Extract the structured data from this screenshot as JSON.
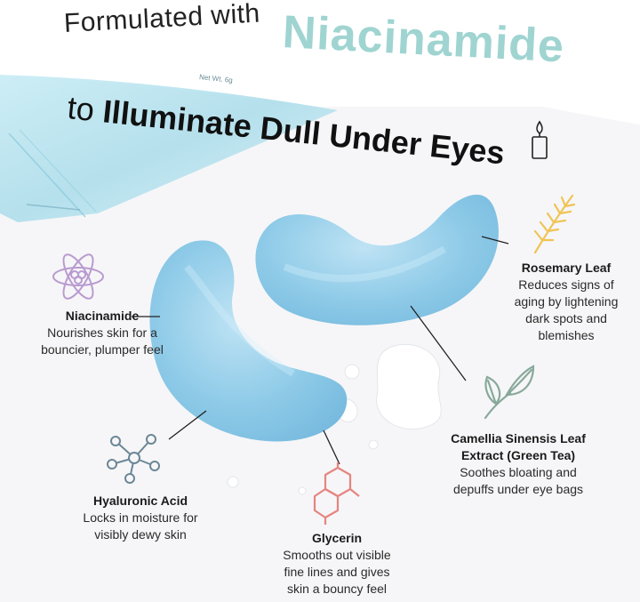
{
  "headline": {
    "line1": "Formulated with",
    "accent": "Niacinamide",
    "line2_prefix": "to",
    "line2_strong": "Illuminate Dull Under Eyes"
  },
  "package_label": "Net Wt. 6g",
  "colors": {
    "accent_mint": "#9fd4d1",
    "patch_blue": "#8fcbe8",
    "package_blue": "#b6e3ef",
    "atom_purple": "#b99bd0",
    "rosemary_yellow": "#f0c454",
    "molecule_blue": "#6c8796",
    "glycerin_red": "#e58580",
    "leaf_green": "#88a99a"
  },
  "callouts": [
    {
      "id": "niacinamide",
      "icon": "atom-icon",
      "title": "Niacinamide",
      "description": "Nourishes skin for a\nbouncier, plumper feel"
    },
    {
      "id": "rosemary",
      "icon": "rosemary-sprig-icon",
      "title": "Rosemary Leaf",
      "description": "Reduces signs of\naging by lightening\ndark spots and\nblemishes"
    },
    {
      "id": "camellia",
      "icon": "leaf-icon",
      "title": "Camellia Sinensis Leaf\nExtract (Green Tea)",
      "description": "Soothes bloating and\ndepuffs under eye bags"
    },
    {
      "id": "hyaluronic",
      "icon": "molecule-icon",
      "title": "Hyaluronic Acid",
      "description": "Locks in moisture for\nvisibly dewy skin"
    },
    {
      "id": "glycerin",
      "icon": "hexagon-molecule-icon",
      "title": "Glycerin",
      "description": "Smooths out visible\nfine lines and gives\nskin a bouncy feel"
    }
  ]
}
